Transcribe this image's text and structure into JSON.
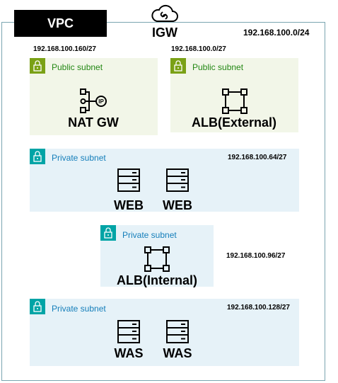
{
  "vpc": {
    "label": "VPC",
    "cidr": "192.168.100.0/24"
  },
  "igw": {
    "label": "IGW",
    "icon": "cloud-link-icon"
  },
  "subnets": {
    "public_nat": {
      "cidr": "192.168.100.160/27",
      "title": "Public subnet",
      "node": "NAT GW",
      "icon": "nat-gateway-icon"
    },
    "public_alb": {
      "cidr": "192.168.100.0/27",
      "title": "Public subnet",
      "node": "ALB(External)",
      "icon": "load-balancer-icon"
    },
    "private_web": {
      "cidr": "192.168.100.64/27",
      "title": "Private subnet",
      "nodes": [
        "WEB",
        "WEB"
      ],
      "icon": "server-icon"
    },
    "private_alb": {
      "cidr": "192.168.100.96/27",
      "title": "Private subnet",
      "node": "ALB(Internal)",
      "icon": "load-balancer-icon"
    },
    "private_was": {
      "cidr": "192.168.100.128/27",
      "title": "Private subnet",
      "nodes": [
        "WAS",
        "WAS"
      ],
      "icon": "server-icon"
    }
  },
  "colors": {
    "public_fill": "#f2f6e8",
    "public_accent": "#7aa116",
    "public_text": "#248814",
    "private_fill": "#e6f2f8",
    "private_accent": "#00a4a6",
    "private_text": "#147eba",
    "vpc_border": "#7aa5b0"
  }
}
